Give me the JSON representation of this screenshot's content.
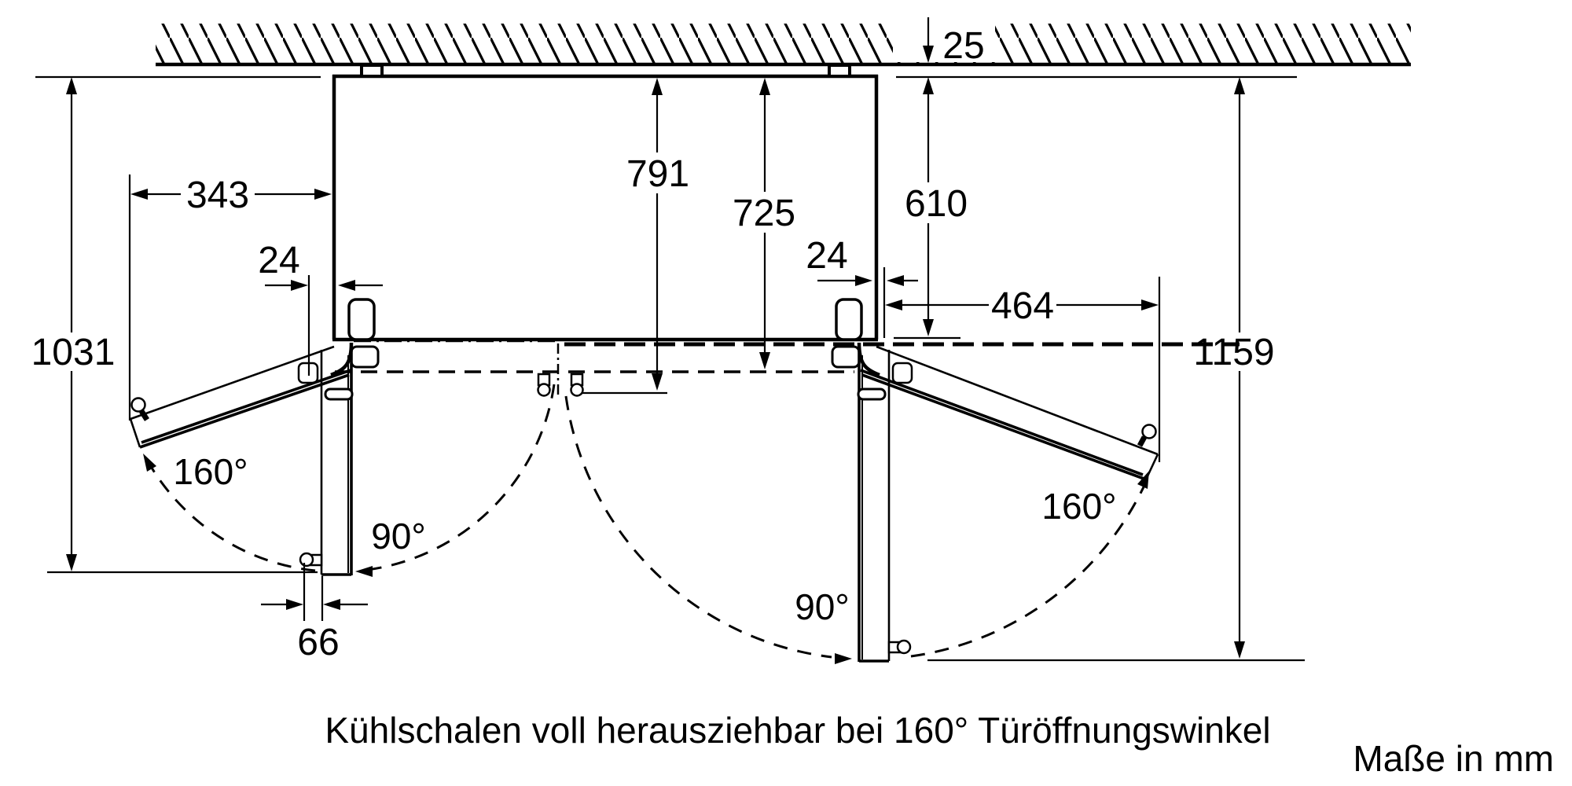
{
  "diagram": {
    "type": "appliance-installation-top-view",
    "dimensions": {
      "wall_gap": "25",
      "left_side_clearance": "343",
      "left_door_protrusion": "24",
      "right_door_protrusion": "24",
      "right_side_clearance": "464",
      "depth_trays_extended": "791",
      "depth_door_open": "725",
      "depth_cabinet_front": "610",
      "left_door_swing": "1031",
      "right_door_swing": "1159",
      "handle_clearance": "66"
    },
    "angles": {
      "left_full_open": "160°",
      "left_half_open": "90°",
      "right_half_open": "90°",
      "right_full_open": "160°"
    },
    "caption": "Kühlschalen voll herausziehbar bei 160° Türöffnungswinkel",
    "units_note": "Maße in mm",
    "colors": {
      "ink": "#000000",
      "background": "#ffffff"
    }
  }
}
